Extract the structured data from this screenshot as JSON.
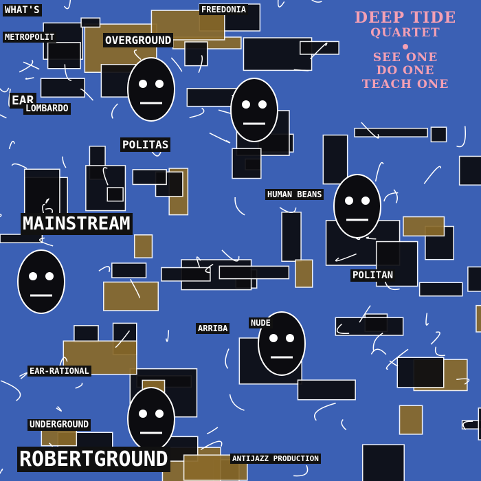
{
  "cover": {
    "artist": "DEEP TIDE",
    "artist_suffix": "QUARTET",
    "title_lines": [
      "SEE ONE",
      "DO ONE",
      "TEACH ONE"
    ]
  },
  "artwork_words": [
    "WHAT'S",
    "FREEDONIA",
    "METROPOLIT",
    "OVERGROUND",
    "EAR",
    "POLITAS",
    "MAINSTREAM",
    "ARRIBA",
    "NUDE",
    "EAR-RATIONAL",
    "UNDERGROUND",
    "ROBERTGROUND",
    "ANTIJAZZ PRODUCTION",
    "LOMBARDO",
    "HUMAN BEANS",
    "POLITAN"
  ],
  "colors": {
    "background": "#3b60b4",
    "title": "#f4a0b4",
    "ochre": "#8a6a2a"
  }
}
